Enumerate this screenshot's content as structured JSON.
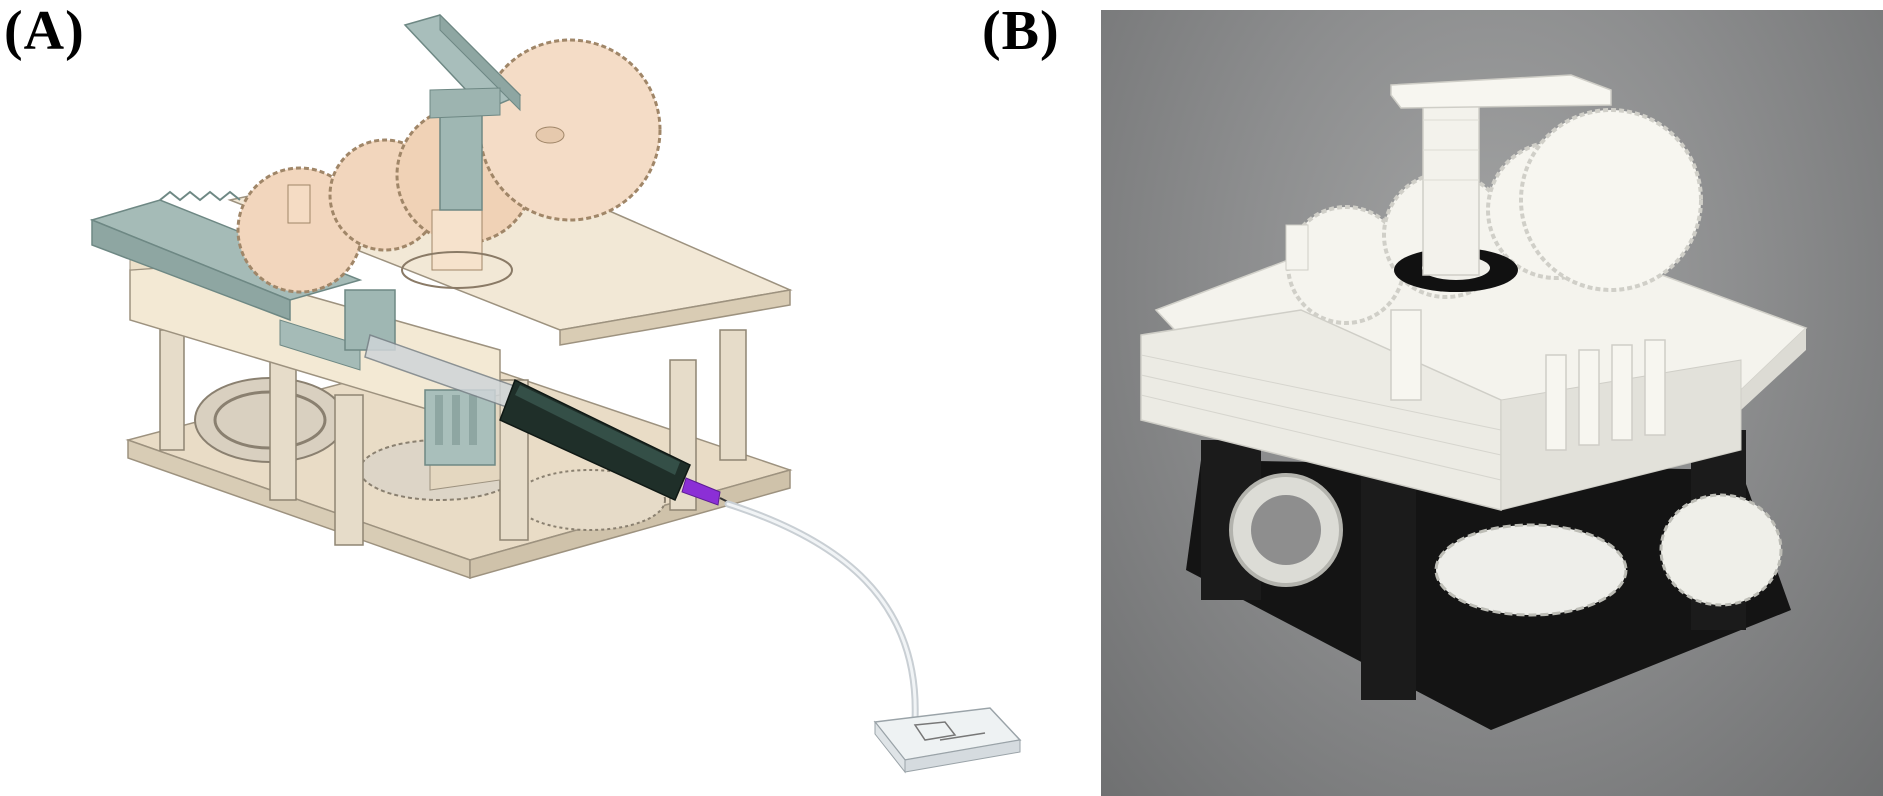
{
  "figure": {
    "panels": [
      {
        "label": "(A)",
        "content": "cad-render-mechanical-syringe-pump"
      },
      {
        "label": "(B)",
        "content": "photo-3d-printed-syringe-pump"
      }
    ]
  },
  "colors": {
    "cad_beige": "#efe3cf",
    "cad_gear": "#f2d6bd",
    "cad_teal": "#9fb7b3",
    "syringe_dark": "#1f2f29",
    "needle_purple": "#8b2fd6",
    "print_white": "#f3f2ec",
    "print_black": "#141414",
    "photo_bg": "#8f9091"
  }
}
